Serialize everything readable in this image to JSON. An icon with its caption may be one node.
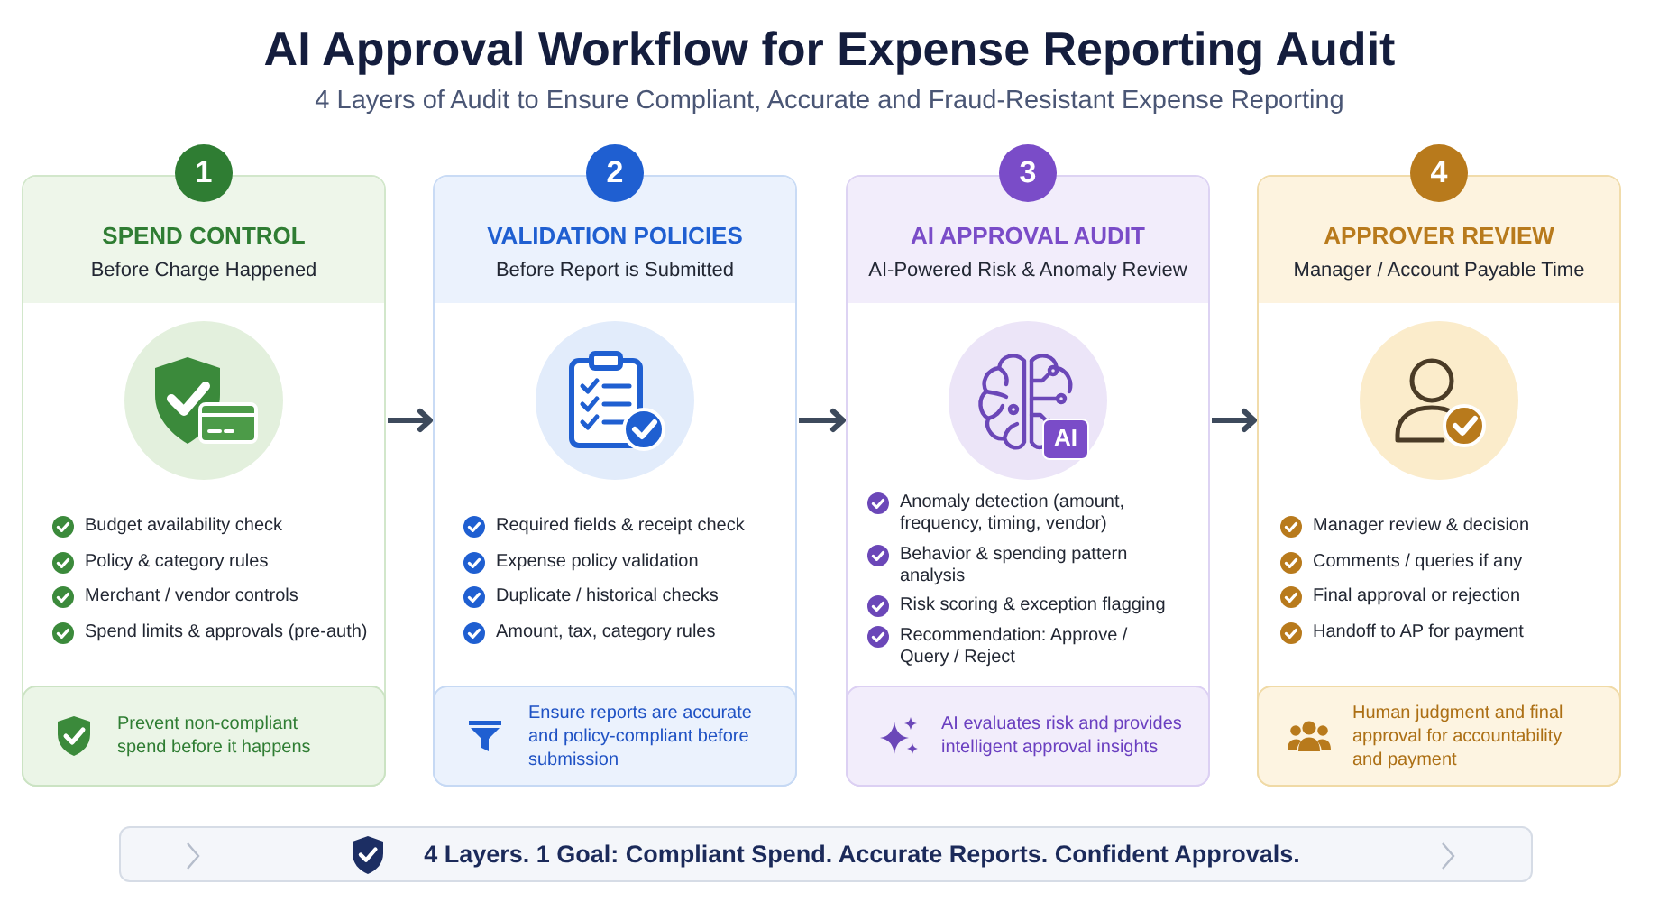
{
  "diagram": {
    "title": "AI Approval Workflow for Expense Reporting Audit",
    "nodes": [
      {
        "text": [
          "1"
        ]
      },
      {
        "text": [
          "SPEND CONTROL",
          "Before Charge Happened",
          "Budget availability check",
          "Policy & category rules",
          "Merchant / vendor controls",
          "Spend limits & approvals (pre-auth)"
        ]
      },
      {
        "text": [
          "Prevent non-compliant spend before it happens"
        ],
        "in": 1
      },
      {
        "text": [
          "2"
        ]
      },
      {
        "text": [
          "VALIDATION POLICIES",
          "Before Report is Submitted",
          "Required fields & receipt check",
          "Expense policy validation",
          "Duplicate / historical checks",
          "Amount, tax, category rules"
        ]
      },
      {
        "text": [
          "Ensure reports are accurate and policy-compliant before submission"
        ],
        "in": 4
      },
      {
        "text": [
          "3"
        ]
      },
      {
        "text": [
          "AI APPROVAL AUDIT",
          "AI-Powered Risk & Anomaly Review",
          "Anomaly detection (amount, frequency, timing, vendor)",
          "Behavior & spending pattern analysis",
          "Risk scoring & exception flagging",
          "Recommendation: Approve / Query / Reject"
        ]
      },
      {
        "text": [
          "AI evaluates risk and provides intelligent approval insights"
        ],
        "in": 7
      },
      {
        "text": [
          "4"
        ]
      },
      {
        "text": [
          "APPROVER REVIEW",
          "Manager / Account Payable Time",
          "Manager review & decision",
          "Comments / queries if any",
          "Final approval or rejection",
          "Handoff to AP for payment"
        ]
      },
      {
        "text": [
          "Human judgment and final approval for accountability and payment"
        ],
        "in": 10
      },
      {
        "text": [
          "4 Layers. 1 Goal: Compliant Spend. Accurate Reports. Confident Approvals."
        ]
      }
    ],
    "edges": [
      {
        "from": 1,
        "to": 4,
        "arrow": "to"
      },
      {
        "from": 4,
        "to": 7,
        "arrow": "to"
      },
      {
        "from": 7,
        "to": 10,
        "arrow": "to"
      }
    ],
    "labels": [
      "4 Layers of Audit to Ensure Compliant, Accurate and Fraud-Resistant Expense Reporting",
      "AI"
    ]
  }
}
